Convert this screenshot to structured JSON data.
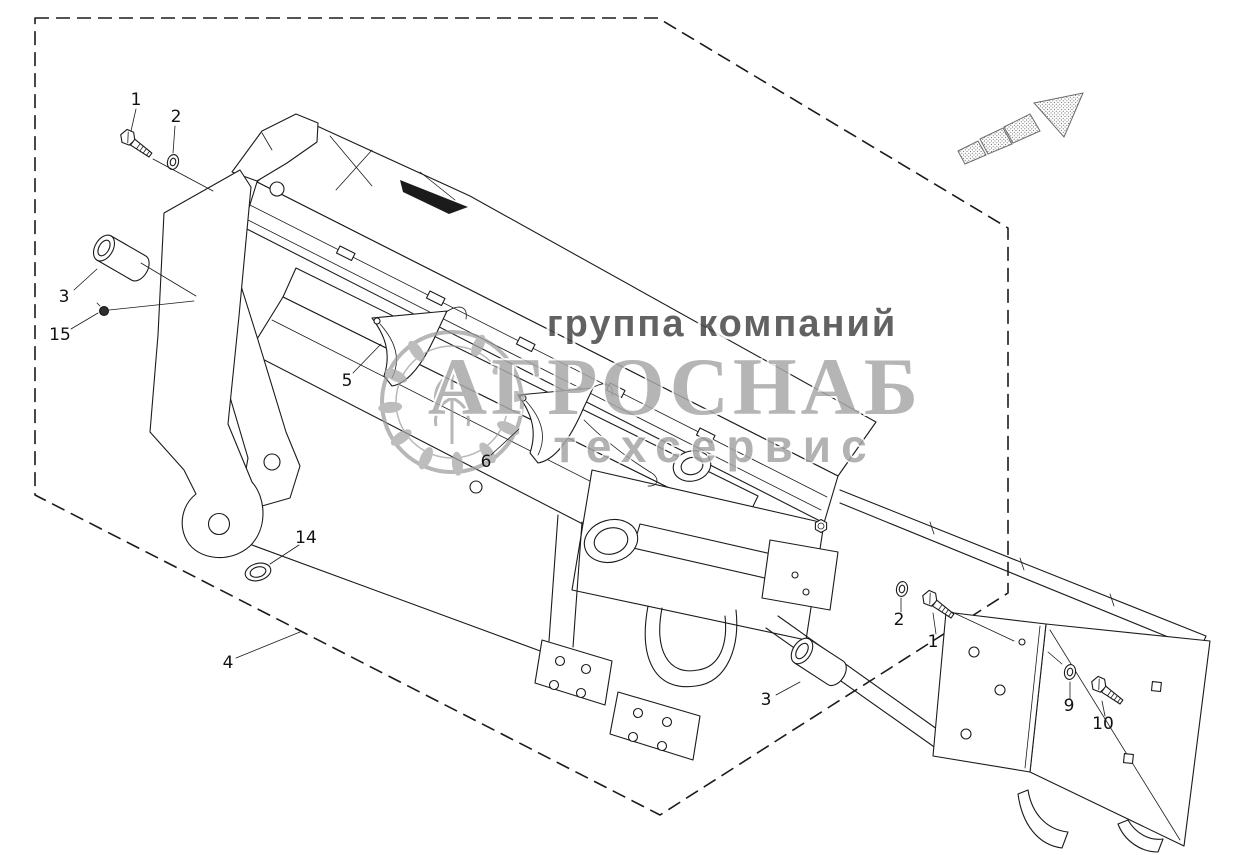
{
  "diagram": {
    "type": "exploded-parts-diagram",
    "callouts": [
      {
        "id": "callout-1-upper",
        "label": "1"
      },
      {
        "id": "callout-2-upper",
        "label": "2"
      },
      {
        "id": "callout-3-upper",
        "label": "3"
      },
      {
        "id": "callout-15",
        "label": "15"
      },
      {
        "id": "callout-5",
        "label": "5"
      },
      {
        "id": "callout-6",
        "label": "6"
      },
      {
        "id": "callout-14",
        "label": "14"
      },
      {
        "id": "callout-4",
        "label": "4"
      },
      {
        "id": "callout-2-lower",
        "label": "2"
      },
      {
        "id": "callout-1-lower",
        "label": "1"
      },
      {
        "id": "callout-3-lower",
        "label": "3"
      },
      {
        "id": "callout-9",
        "label": "9"
      },
      {
        "id": "callout-10",
        "label": "10"
      }
    ],
    "watermark": {
      "company_group": "группа компаний",
      "brand": "АГРОСНАБ",
      "division": "техсервис"
    },
    "colors": {
      "line": "#1b1b1b",
      "background": "#ffffff",
      "watermark_dark": "#474747",
      "watermark_gray": "#a9a9a9"
    }
  }
}
